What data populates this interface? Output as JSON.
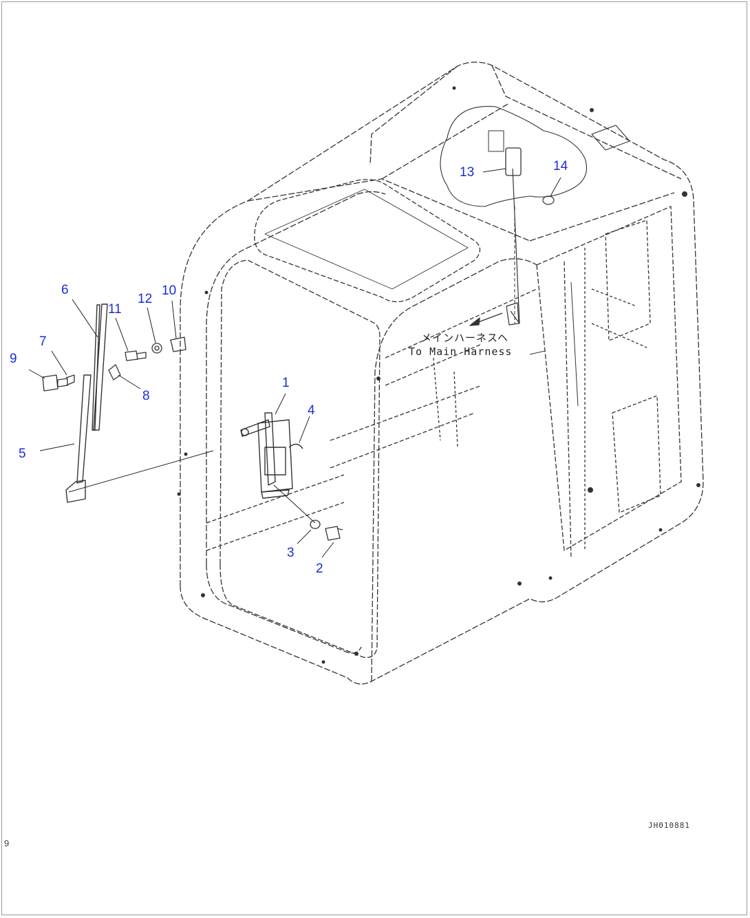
{
  "callouts": {
    "p1": "1",
    "p2": "2",
    "p3": "3",
    "p4": "4",
    "p5": "5",
    "p6": "6",
    "p7": "7",
    "p8": "8",
    "p9": "9",
    "p10": "10",
    "p11": "11",
    "p12": "12",
    "p13": "13",
    "p14": "14"
  },
  "harness_label": {
    "jp": "メインハーネスヘ",
    "en": "To Main Harness"
  },
  "drawing_id": "JH010881",
  "edge_mark": "9",
  "colors": {
    "callout": "#1a2bd6",
    "line": "#333333",
    "background": "#ffffff"
  }
}
